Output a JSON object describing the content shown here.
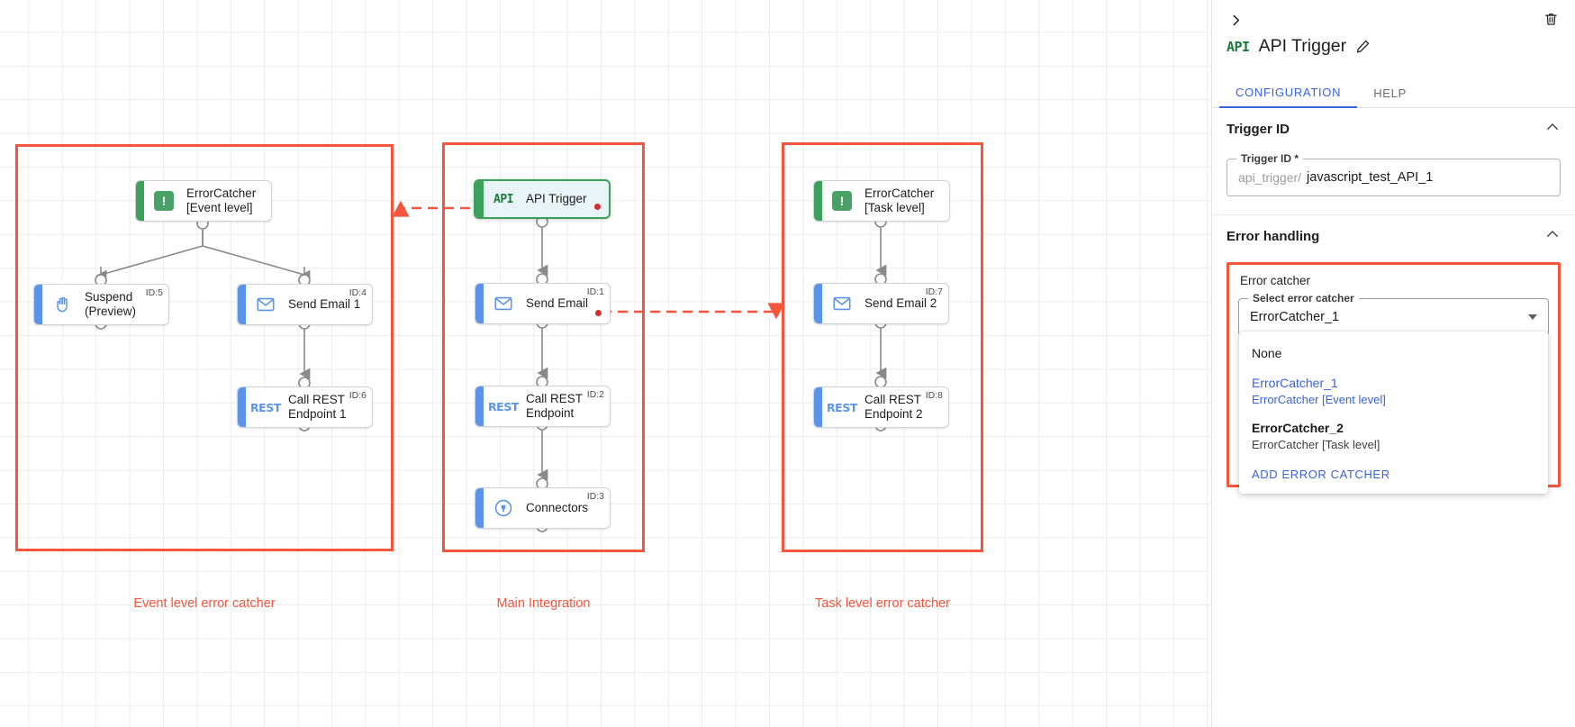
{
  "canvas": {
    "groups": [
      {
        "name": "event-level-group",
        "label": "Event level error catcher"
      },
      {
        "name": "main-integration-group",
        "label": "Main Integration"
      },
      {
        "name": "task-level-group",
        "label": "Task level error catcher"
      }
    ],
    "nodes": [
      {
        "id": "errorcatcher-event",
        "icon": "error-catcher-icon",
        "label": "ErrorCatcher\n[Event level]",
        "idtag": "",
        "accent": "green",
        "selected": false,
        "error_dot": false
      },
      {
        "id": "suspend-preview",
        "icon": "hand-icon",
        "label": "Suspend\n(Preview)",
        "idtag": "ID:5",
        "accent": "blue",
        "selected": false,
        "error_dot": false
      },
      {
        "id": "send-email-1",
        "icon": "envelope-icon",
        "label": "Send Email 1",
        "idtag": "ID:4",
        "accent": "blue",
        "selected": false,
        "error_dot": false
      },
      {
        "id": "call-rest-endpoint-1",
        "icon": "rest-icon",
        "label": "Call REST\nEndpoint 1",
        "idtag": "ID:6",
        "accent": "blue",
        "selected": false,
        "error_dot": false
      },
      {
        "id": "api-trigger",
        "icon": "api-icon",
        "label": "API Trigger",
        "idtag": "",
        "accent": "green",
        "selected": true,
        "error_dot": true
      },
      {
        "id": "send-email",
        "icon": "envelope-icon",
        "label": "Send Email",
        "idtag": "ID:1",
        "accent": "blue",
        "selected": false,
        "error_dot": true
      },
      {
        "id": "call-rest-endpoint",
        "icon": "rest-icon",
        "label": "Call REST\nEndpoint",
        "idtag": "ID:2",
        "accent": "blue",
        "selected": false,
        "error_dot": false
      },
      {
        "id": "connectors",
        "icon": "connectors-icon",
        "label": "Connectors",
        "idtag": "ID:3",
        "accent": "blue",
        "selected": false,
        "error_dot": false
      },
      {
        "id": "errorcatcher-task",
        "icon": "error-catcher-icon",
        "label": "ErrorCatcher\n[Task level]",
        "idtag": "",
        "accent": "green",
        "selected": false,
        "error_dot": false
      },
      {
        "id": "send-email-2",
        "icon": "envelope-icon",
        "label": "Send Email 2",
        "idtag": "ID:7",
        "accent": "blue",
        "selected": false,
        "error_dot": false
      },
      {
        "id": "call-rest-endpoint-2",
        "icon": "rest-icon",
        "label": "Call REST\nEndpoint 2",
        "idtag": "ID:8",
        "accent": "blue",
        "selected": false,
        "error_dot": false
      }
    ]
  },
  "panel": {
    "collapse_icon": "chevron-right-icon",
    "delete_icon": "trash-icon",
    "node_badge": "API",
    "title": "API Trigger",
    "edit_icon": "pencil-icon",
    "tabs": [
      {
        "label": "CONFIGURATION",
        "active": true
      },
      {
        "label": "HELP",
        "active": false
      }
    ],
    "trigger_id_section": {
      "title": "Trigger ID",
      "collapse_icon": "chevron-up-icon",
      "field_legend": "Trigger ID *",
      "prefix": "api_trigger/",
      "value": "javascript_test_API_1"
    },
    "error_handling_section": {
      "title": "Error handling",
      "collapse_icon": "chevron-up-icon",
      "error_catcher_label": "Error catcher",
      "select_legend": "Select error catcher",
      "selected_value": "ErrorCatcher_1",
      "dropdown_open": true,
      "options": [
        {
          "main": "None",
          "sub": "",
          "selected": false
        },
        {
          "main": "ErrorCatcher_1",
          "sub": "ErrorCatcher [Event level]",
          "selected": true
        },
        {
          "main": "ErrorCatcher_2",
          "sub": "ErrorCatcher [Task level]",
          "selected": false
        }
      ],
      "add_action": "ADD ERROR CATCHER"
    }
  },
  "colors": {
    "accent_blue": "#3a63d8",
    "error_red": "#f4553d",
    "node_blue": "#5b93e8",
    "node_green": "#3ba05a",
    "error_dot": "#d32f2f"
  }
}
